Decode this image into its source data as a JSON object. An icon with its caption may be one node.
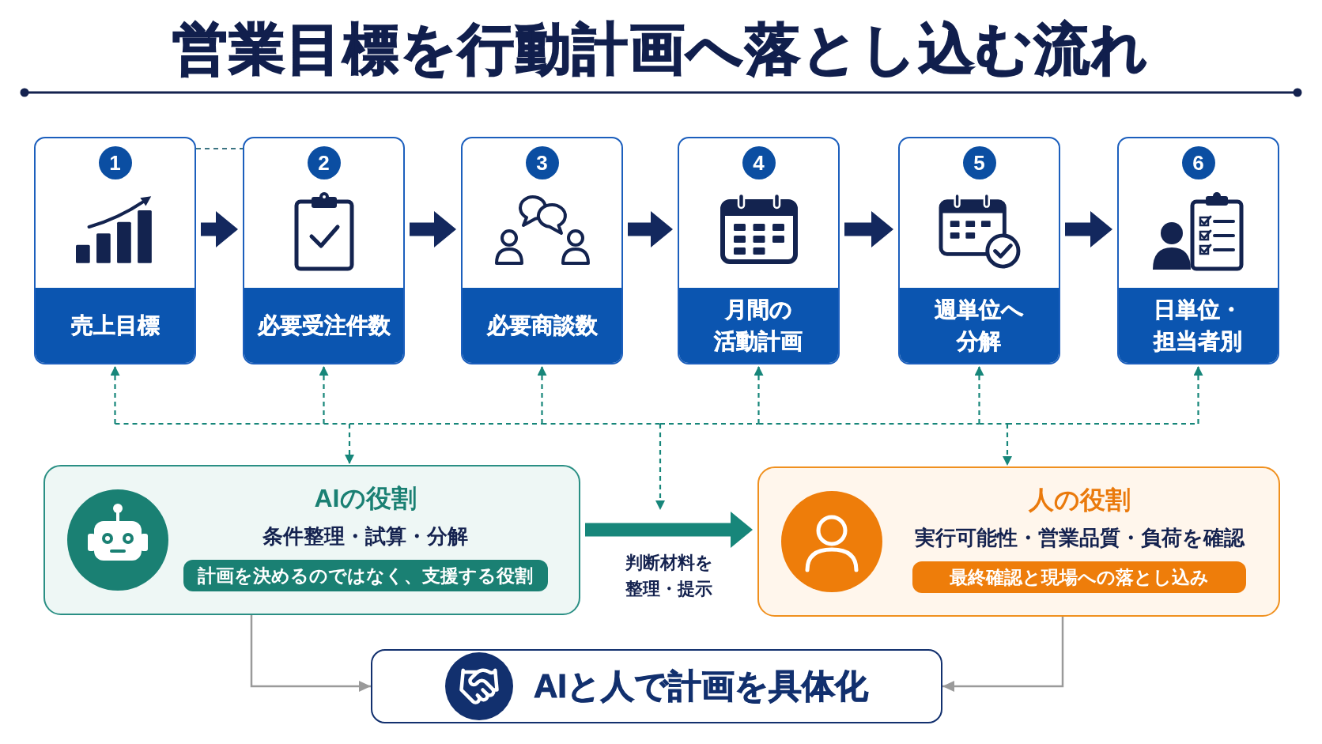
{
  "diagram": {
    "title": "営業目標を行動計画へ落とし込む流れ",
    "nodes": [
      {
        "text": [
          "1",
          "売上目標"
        ]
      },
      {
        "text": [
          "2",
          "必要受注件数"
        ]
      },
      {
        "text": [
          "3",
          "必要商談数"
        ]
      },
      {
        "text": [
          "4",
          "月間の活動計画"
        ]
      },
      {
        "text": [
          "5",
          "週単位へ分解"
        ]
      },
      {
        "text": [
          "6",
          "日単位・担当者別"
        ]
      },
      {
        "text": [
          "AIの役割",
          "条件整理・試算・分解",
          "計画を決めるのではなく、支援する役割"
        ]
      },
      {
        "text": [
          "人の役割",
          "実行可能性・営業品質・負荷を確認",
          "最終確認と現場への落とし込み"
        ]
      },
      {
        "text": [
          "AIと人で計画を具体化"
        ]
      }
    ],
    "edges": [
      {
        "from": 0,
        "to": 1,
        "arrow": "to",
        "style": "thick",
        "color": "#13285e"
      },
      {
        "from": 1,
        "to": 2,
        "arrow": "to",
        "style": "thick",
        "color": "#13285e"
      },
      {
        "from": 2,
        "to": 3,
        "arrow": "to",
        "style": "thick",
        "color": "#13285e"
      },
      {
        "from": 3,
        "to": 4,
        "arrow": "to",
        "style": "thick",
        "color": "#13285e"
      },
      {
        "from": 4,
        "to": 5,
        "arrow": "to",
        "style": "thick",
        "color": "#13285e"
      },
      {
        "from": 0,
        "to": 1,
        "arrow": "none",
        "style": "dashed",
        "color": "#3c7482"
      },
      {
        "from": 6,
        "to": 0,
        "arrow": "both",
        "style": "dashed"
      },
      {
        "from": 6,
        "to": 1,
        "arrow": "both",
        "style": "dashed"
      },
      {
        "from": 6,
        "to": 2,
        "arrow": "both",
        "style": "dashed"
      },
      {
        "from": 6,
        "to": 3,
        "arrow": "both",
        "style": "dashed"
      },
      {
        "from": 6,
        "to": 4,
        "arrow": "both",
        "style": "dashed"
      },
      {
        "from": 6,
        "to": 5,
        "arrow": "both",
        "style": "dashed"
      },
      {
        "from": 7,
        "to": 0,
        "arrow": "both",
        "style": "dashed"
      },
      {
        "from": 7,
        "to": 1,
        "arrow": "both",
        "style": "dashed"
      },
      {
        "from": 7,
        "to": 2,
        "arrow": "both",
        "style": "dashed"
      },
      {
        "from": 7,
        "to": 3,
        "arrow": "both",
        "style": "dashed"
      },
      {
        "from": 7,
        "to": 4,
        "arrow": "both",
        "style": "dashed"
      },
      {
        "from": 7,
        "to": 5,
        "arrow": "both",
        "style": "dashed"
      },
      {
        "from": 0,
        "to": null,
        "arrow": "both",
        "style": "dashed"
      },
      {
        "from": 1,
        "to": null,
        "arrow": "both",
        "style": "dashed"
      },
      {
        "from": 2,
        "to": null,
        "arrow": "both",
        "style": "dashed"
      },
      {
        "from": 3,
        "to": null,
        "arrow": "both",
        "style": "dashed"
      },
      {
        "from": 4,
        "to": null,
        "arrow": "both",
        "style": "dashed"
      },
      {
        "from": 5,
        "to": null,
        "arrow": "both",
        "style": "dashed"
      },
      {
        "from": 6,
        "to": 7,
        "arrow": "to",
        "style": "thick",
        "label": "判断材料を整理・提示"
      },
      {
        "from": 6,
        "to": 8,
        "arrow": "to",
        "color": "#9a9a9a"
      },
      {
        "from": 7,
        "to": 8,
        "arrow": "to",
        "color": "#9a9a9a"
      }
    ]
  }
}
